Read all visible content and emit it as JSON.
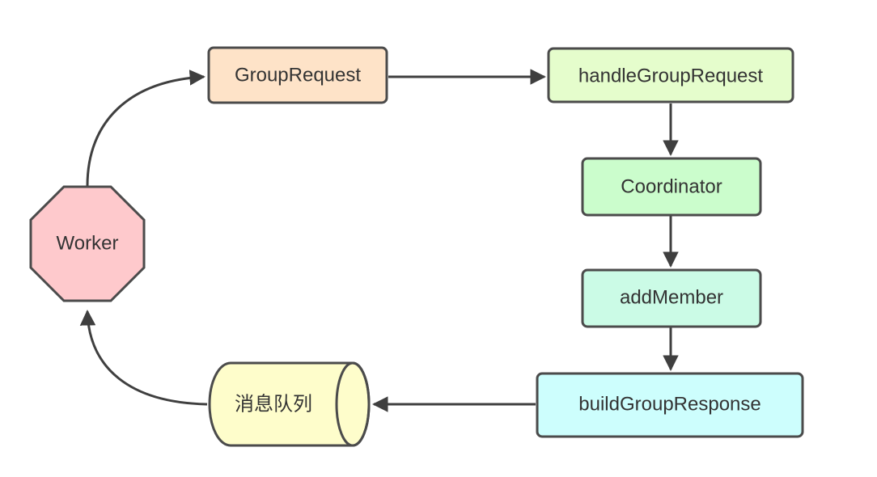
{
  "nodes": {
    "worker": {
      "label": "Worker",
      "color": "#fec9cc"
    },
    "group_request": {
      "label": "GroupRequest",
      "color": "#fee3c8"
    },
    "handle_group_request": {
      "label": "handleGroupRequest",
      "color": "#e5fdcc"
    },
    "coordinator": {
      "label": "Coordinator",
      "color": "#cbfdcc"
    },
    "add_member": {
      "label": "addMember",
      "color": "#cbfbe6"
    },
    "build_group_response": {
      "label": "buildGroupResponse",
      "color": "#cdfefd"
    },
    "message_queue": {
      "label": "消息队列",
      "color": "#fefdcb"
    }
  },
  "edges": [
    {
      "from": "worker",
      "to": "group_request"
    },
    {
      "from": "group_request",
      "to": "handle_group_request"
    },
    {
      "from": "handle_group_request",
      "to": "coordinator"
    },
    {
      "from": "coordinator",
      "to": "add_member"
    },
    {
      "from": "add_member",
      "to": "build_group_response"
    },
    {
      "from": "build_group_response",
      "to": "message_queue"
    },
    {
      "from": "message_queue",
      "to": "worker"
    }
  ],
  "style": {
    "edge_color": "#3f3f3f",
    "border_color": "#4b4b4b",
    "text_color": "#333333"
  }
}
